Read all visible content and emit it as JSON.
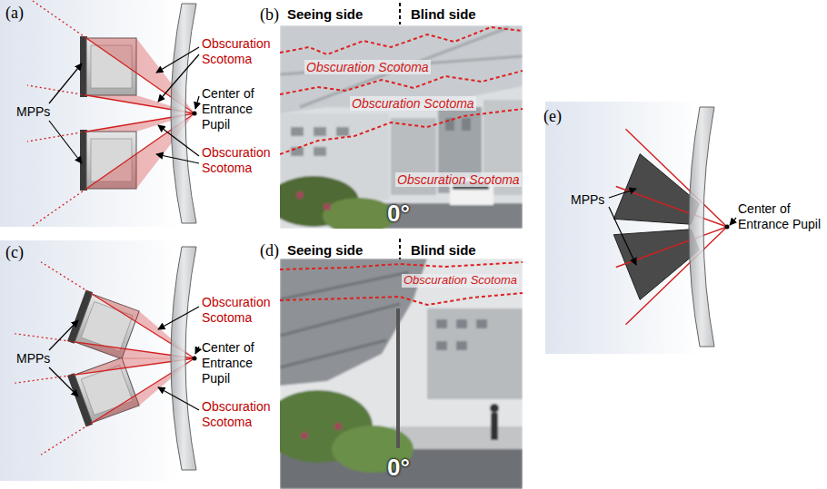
{
  "diagram": {
    "labels": [
      "(a)",
      "MPPs",
      "Obscuration Scotoma",
      "Center of Entrance Pupil",
      "Obscuration Scotoma",
      "(b)",
      "Seeing side",
      "Blind side",
      "Obscuration Scotoma",
      "Obscuration Scotoma",
      "Obscuration Scotoma",
      "0°",
      "(c)",
      "MPPs",
      "Obscuration Scotoma",
      "Center of Entrance Pupil",
      "Obscuration Scotoma",
      "(d)",
      "Seeing side",
      "Blind side",
      "Obscuration Scotoma",
      "0°",
      "(e)",
      "MPPs",
      "Center of Entrance Pupil"
    ]
  }
}
